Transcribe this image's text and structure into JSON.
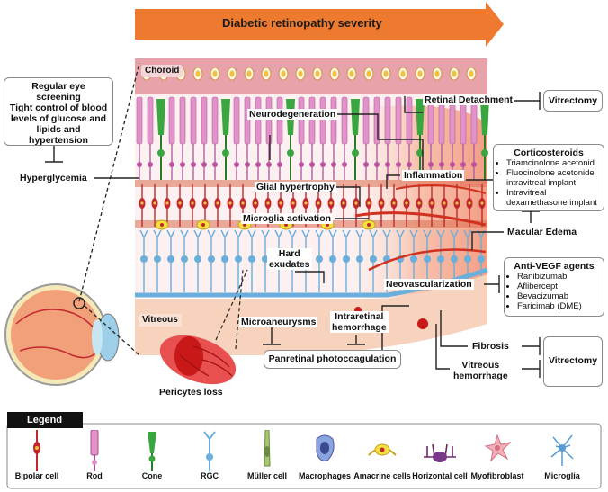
{
  "header": {
    "severity_arrow": "Diabetic retinopathy severity"
  },
  "layers": {
    "choroid": "Choroid",
    "vitreous": "Vitreous"
  },
  "left": {
    "screening_box": "Regular eye screening\nTight control of blood levels of glucose and lipids and hypertension",
    "hyperglycemia": "Hyperglycemia",
    "pericytes_loss": "Pericytes loss"
  },
  "pathology": {
    "retinal_detachment": "Retinal Detachment",
    "neurodegeneration": "Neurodegeneration",
    "inflammation": "Inflammation",
    "glial_hypertrophy": "Glial hypertrophy",
    "microglia_activation": "Microglia activation",
    "hard_exudates": "Hard\nexudates",
    "neovascularization": "Neovascularization",
    "microaneurysms": "Microaneurysms",
    "intraretinal_hemorrhage": "Intraretinal\nhemorrhage",
    "macular_edema": "Macular Edema",
    "fibrosis": "Fibrosis",
    "vitreous_hemorrhage": "Vitreous\nhemorrhage"
  },
  "treatments": {
    "vitrectomy_top": "Vitrectomy",
    "vitrectomy_bottom": "Vitrectomy",
    "panretinal": "Panretinal photocoagulation",
    "corticosteroids": {
      "title": "Corticosteroids",
      "items": [
        "Triamcinolone acetonid",
        "Fluocinolone acetonide intravitreal implant",
        "Intravitreal dexamethasone implant"
      ]
    },
    "anti_vegf": {
      "title": "Anti-VEGF agents",
      "items": [
        "Ranibizumab",
        "Aflibercept",
        "Bevacizumab",
        "Faricimab (DME)"
      ]
    }
  },
  "legend": {
    "title": "Legend",
    "items": [
      "Bipolar cell",
      "Rod",
      "Cone",
      "RGC",
      "Müller cell",
      "Macrophages",
      "Amacrine cells",
      "Horizontal cell",
      "Myofibroblast",
      "Microglia"
    ]
  },
  "colors": {
    "arrow": "#ee7a30",
    "choroid": "#e8a0a8",
    "rod": "#e292c8",
    "cone": "#3aa640",
    "bipolar": "#c0282e",
    "rgc": "#6aaedc",
    "muller": "#a8c870",
    "vessel": "#d03020",
    "edema": "#f4b89a",
    "vitreous": "#f7d2bd"
  }
}
